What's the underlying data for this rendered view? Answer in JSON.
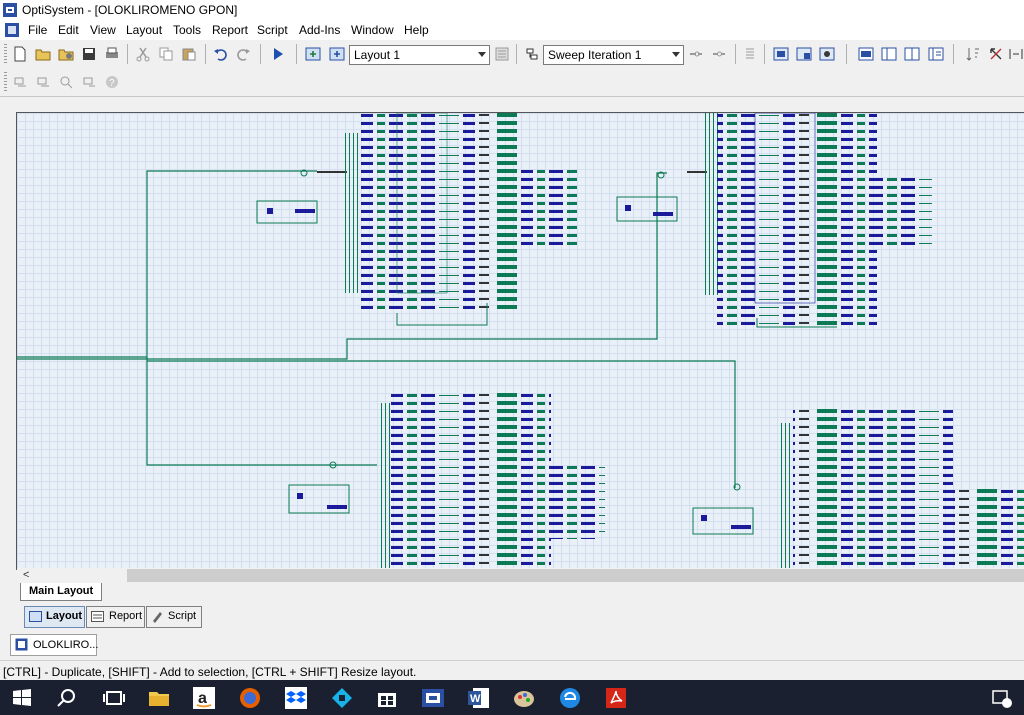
{
  "window": {
    "title": "OptiSystem - [OLOKLIROMENO GPON]"
  },
  "menu": [
    "File",
    "Edit",
    "View",
    "Layout",
    "Tools",
    "Report",
    "Script",
    "Add-Ins",
    "Window",
    "Help"
  ],
  "toolbar": {
    "layout_combo": "Layout 1",
    "sweep_combo": "Sweep Iteration 1"
  },
  "canvas": {
    "scroll_left_glyph": "<"
  },
  "layout_tabs": {
    "main_layout": "Main Layout"
  },
  "view_tabs": {
    "layout": "Layout",
    "report": "Report",
    "script": "Script"
  },
  "document_tab": "OLOKLIRO...",
  "status": "[CTRL] - Duplicate, [SHIFT] - Add to selection, [CTRL + SHIFT] Resize layout.",
  "colors": {
    "fiber_green": "#0b7a55",
    "component_blue": "#1a1a9a",
    "canvas_bg": "#e9f0f8",
    "taskbar": "#1b2030"
  },
  "taskbar_icons": [
    "windows-start",
    "search",
    "task-view",
    "file-explorer",
    "amazon",
    "firefox",
    "dropbox",
    "kodi",
    "store",
    "optisystem",
    "word",
    "paint",
    "edge",
    "acrobat"
  ]
}
